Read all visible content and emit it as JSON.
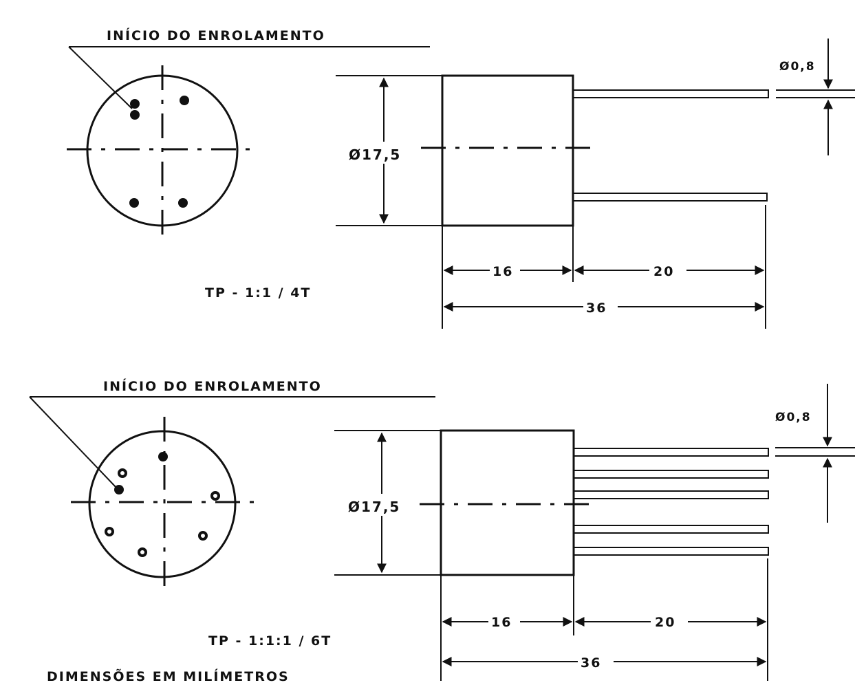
{
  "colors": {
    "ink": "#111111",
    "paper": "#ffffff"
  },
  "top": {
    "callout": "INÍCIO DO ENROLAMENTO",
    "diameter_body": "Ø17,5",
    "diameter_pin": "Ø0,8",
    "dim_body": "16",
    "dim_pins": "20",
    "dim_total": "36",
    "model": "TP - 1:1 / 4T"
  },
  "bottom": {
    "callout": "INÍCIO DO ENROLAMENTO",
    "diameter_body": "Ø17,5",
    "diameter_pin": "Ø0,8",
    "dim_body": "16",
    "dim_pins": "20",
    "dim_total": "36",
    "model": "TP - 1:1:1 / 6T"
  },
  "footer": "DIMENSÕES EM MILÍMETROS"
}
